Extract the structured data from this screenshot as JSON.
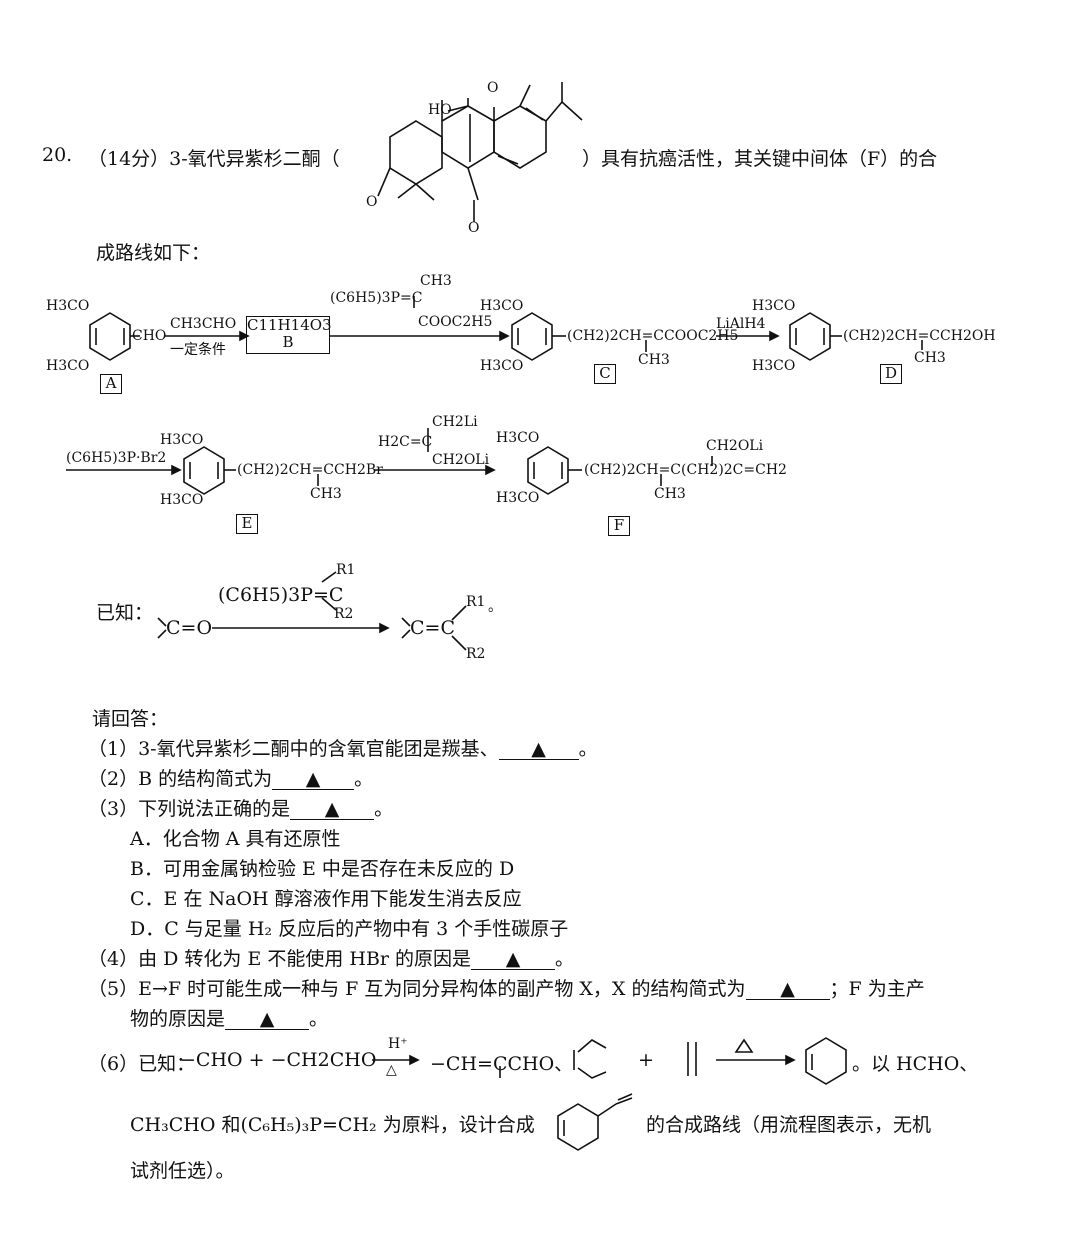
{
  "question": {
    "number": "20.",
    "header_before": "（14分）3-氧代异紫杉二酮（",
    "header_after": "）具有抗癌活性，其关键中间体（F）的合",
    "line2": "成路线如下："
  },
  "title_molecule": {
    "ho": "HO",
    "o_top": "O",
    "o_left": "O",
    "o_bottom": "O"
  },
  "compounds": {
    "A_label": "A",
    "B_formula": "C11H14O3",
    "B_label": "B",
    "C_label": "C",
    "D_label": "D",
    "E_label": "E",
    "F_label": "F",
    "h3co": "H3CO",
    "cho": "CHO",
    "c_chain": "(CH2)2CH=CCOOC2H5",
    "d_chain": "(CH2)2CH=CCH2OH",
    "e_chain": "(CH2)2CH=CCH2Br",
    "f_chain": "(CH2)2CH=C(CH2)2C=CH2",
    "ch3": "CH3",
    "ch2oli": "CH2OLi"
  },
  "reagents": {
    "a_top": "CH3CHO",
    "a_bottom": "一定条件",
    "b_ylide": "(C6H5)3P=C",
    "b_ch3": "CH3",
    "b_ester": "COOC2H5",
    "c_to_d": "LiAlH4",
    "d_to_e": "(C6H5)3P·Br2",
    "e_to_f_left": "H2C=C",
    "e_to_f_ch2li": "CH2Li",
    "e_to_f_ch2oli": "CH2OLi"
  },
  "known": {
    "label": "已知：",
    "ylide": "(C6H5)3P=C",
    "r1": "R1",
    "r2": "R2",
    "left": "C=O",
    "right": "C=C",
    "end": "。"
  },
  "answer_prompt": "请回答：",
  "q1": {
    "before": "（1）3-氧代异紫杉二酮中的含氧官能团是羰基、",
    "blank": "▲",
    "after": "。"
  },
  "q2": {
    "before": "（2）B 的结构简式为",
    "blank": "▲",
    "after": "。"
  },
  "q3": {
    "before": "（3）下列说法正确的是",
    "blank": "▲",
    "after": "。"
  },
  "options": [
    "A．化合物 A 具有还原性",
    "B．可用金属钠检验 E 中是否存在未反应的 D",
    "C．E 在 NaOH 醇溶液作用下能发生消去反应",
    "D．C 与足量 H₂ 反应后的产物中有 3 个手性碳原子"
  ],
  "q4": {
    "before": "（4）由 D 转化为 E 不能使用 HBr 的原因是",
    "blank": "▲",
    "after": "。"
  },
  "q5": {
    "before": "（5）E→F 时可能生成一种与 F 互为同分异构体的副产物 X，X 的结构简式为",
    "blank": "▲",
    "mid": "；F 为主产",
    "line2_before": "物的原因是",
    "blank2": "▲",
    "after": "。"
  },
  "q6": {
    "label": "（6）已知：",
    "part1": "−CHO + −CH2CHO",
    "cond_top": "H⁺",
    "cond_bottom": "△",
    "product": "−CH=CCHO、",
    "plus": "+",
    "heat": "△",
    "after": "。以 HCHO、",
    "line2_before": "CH₃CHO 和(C₆H₅)₃P=CH₂ 为原料，设计合成",
    "line2_after": "的合成路线（用流程图表示，无机",
    "line3": "试剂任选）。"
  }
}
